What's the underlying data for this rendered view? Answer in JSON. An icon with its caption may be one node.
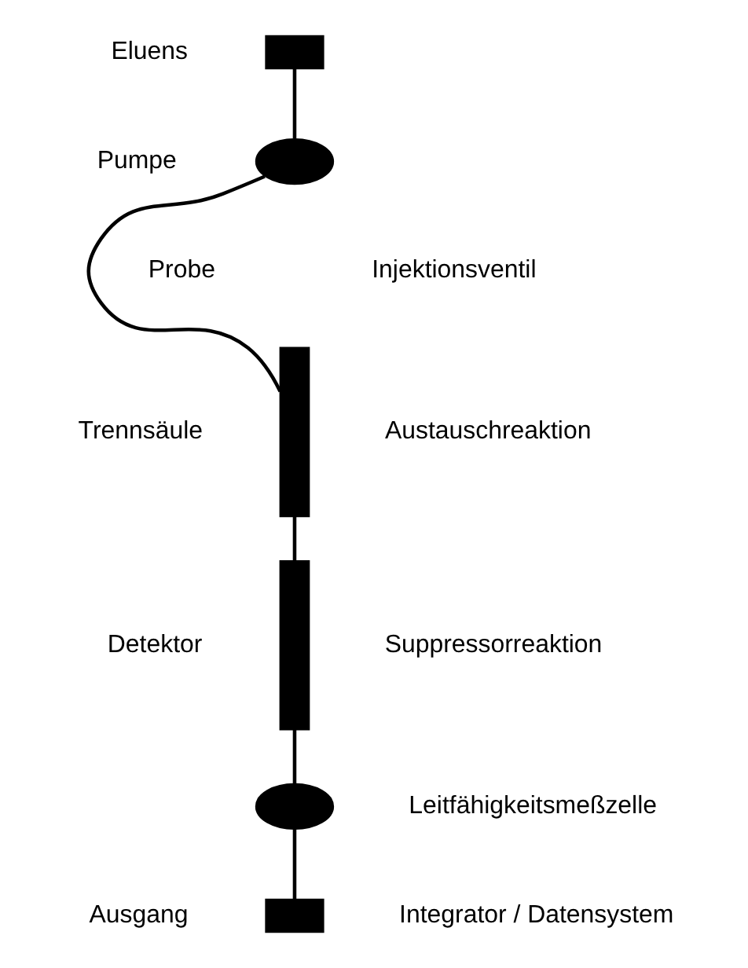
{
  "diagram": {
    "nodes": [
      {
        "text": [],
        "shape": "box",
        "beside": [
          "Eluens"
        ]
      },
      {
        "text": [],
        "shape": "ellipse",
        "beside": [
          "Pumpe"
        ]
      },
      {
        "text": [],
        "shape": "bar",
        "beside": [
          "Trennsäule",
          "Austauschreaktion"
        ]
      },
      {
        "text": [],
        "shape": "bar",
        "beside": [
          "Suppressorreaktion"
        ]
      },
      {
        "text": [],
        "shape": "ellipse",
        "beside": [
          "Leitfähigkeitsmeßzelle"
        ]
      },
      {
        "text": [],
        "shape": "box",
        "beside": [
          "Ausgang",
          "Integrator / Datensystem"
        ]
      }
    ],
    "edges": [
      {
        "from": 0,
        "to": 1,
        "arrow": "none"
      },
      {
        "from": 1,
        "to": 2,
        "arrow": "none"
      },
      {
        "from": 2,
        "to": 3,
        "arrow": "none"
      },
      {
        "from": 3,
        "to": 4,
        "arrow": "none"
      },
      {
        "from": 4,
        "to": 5,
        "arrow": "none"
      }
    ],
    "labels": [
      "Probe",
      "Injektionsventil",
      "Detektor"
    ]
  }
}
